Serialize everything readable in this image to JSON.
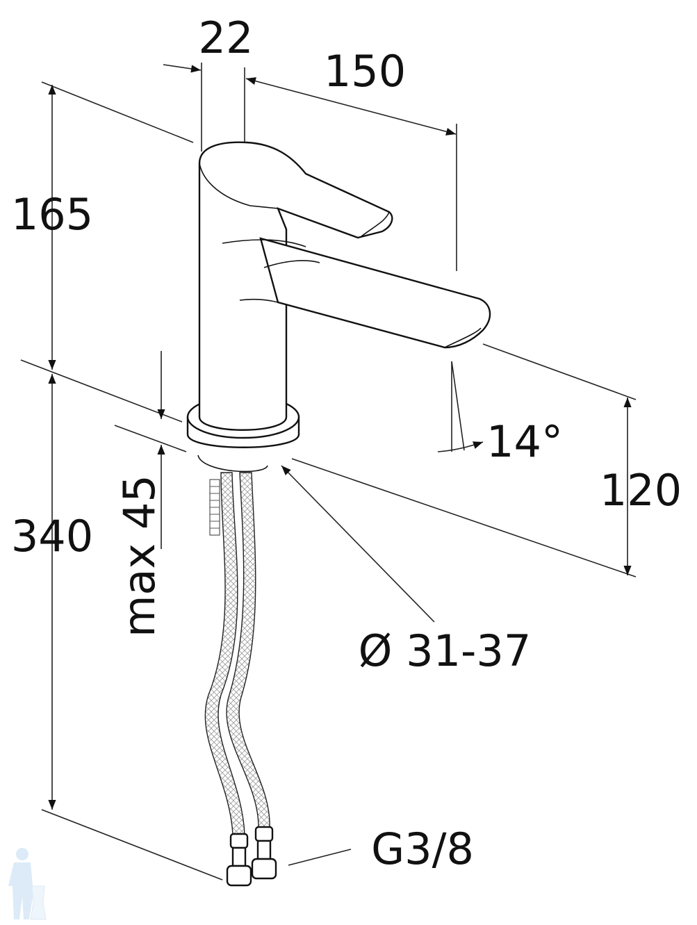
{
  "dimensions": {
    "inlet_width": "22",
    "reach": "150",
    "height_above_deck": "165",
    "hose_length": "340",
    "max_deck_thickness": "max 45",
    "spout_height": "120",
    "spout_angle": "14°",
    "hole_diameter": "Ø 31-37",
    "connection_thread": "G3/8"
  },
  "colors": {
    "line": "#111111",
    "watermark": "#9cc8ea"
  }
}
